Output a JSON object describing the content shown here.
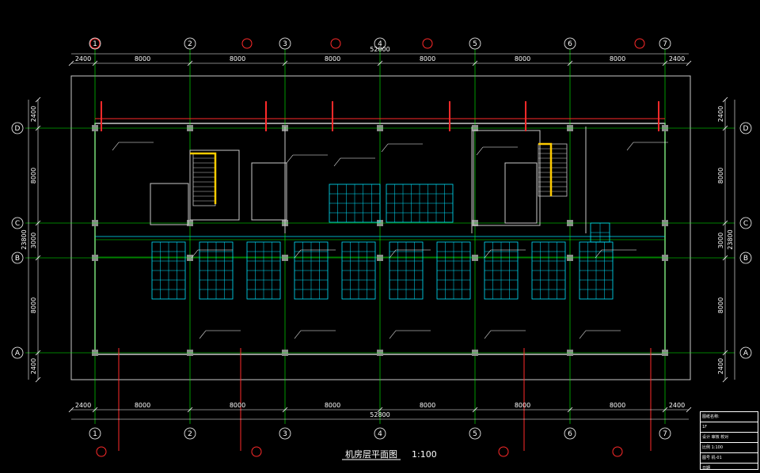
{
  "drawing": {
    "title": "机房层平面图",
    "scale": "1:100"
  },
  "dimensions": {
    "top_segments": [
      "2400",
      "8000",
      "8000",
      "8000",
      "8000",
      "8000",
      "8000",
      "2400"
    ],
    "top_total": "52800",
    "bottom_segments": [
      "2400",
      "8000",
      "8000",
      "8000",
      "8000",
      "8000",
      "8000",
      "2400"
    ],
    "bottom_total": "52800",
    "left_segments": [
      "2400",
      "8000",
      "3000",
      "8000",
      "2400"
    ],
    "left_total": "23800",
    "right_segments": [
      "2400",
      "8000",
      "3000",
      "8000",
      "2400"
    ],
    "right_total": "23800"
  },
  "axes": {
    "columns": [
      "1",
      "2",
      "3",
      "4",
      "5",
      "6",
      "7"
    ],
    "rows": [
      "D",
      "C",
      "B",
      "A"
    ]
  },
  "title_block": {
    "rows": [
      "图纸名称:",
      "1F",
      "设计 审核 校对",
      "比例 1:100",
      "图号 机-01",
      "日期"
    ]
  },
  "colors": {
    "background": "#000000",
    "axis": "#00ff00",
    "wall": "#c8c8c8",
    "cabinet": "#00e5ff",
    "annotation": "#ffffff",
    "alarm": "#ff2a2a",
    "stair": "#ffcc00",
    "dim": "#ffffff"
  }
}
